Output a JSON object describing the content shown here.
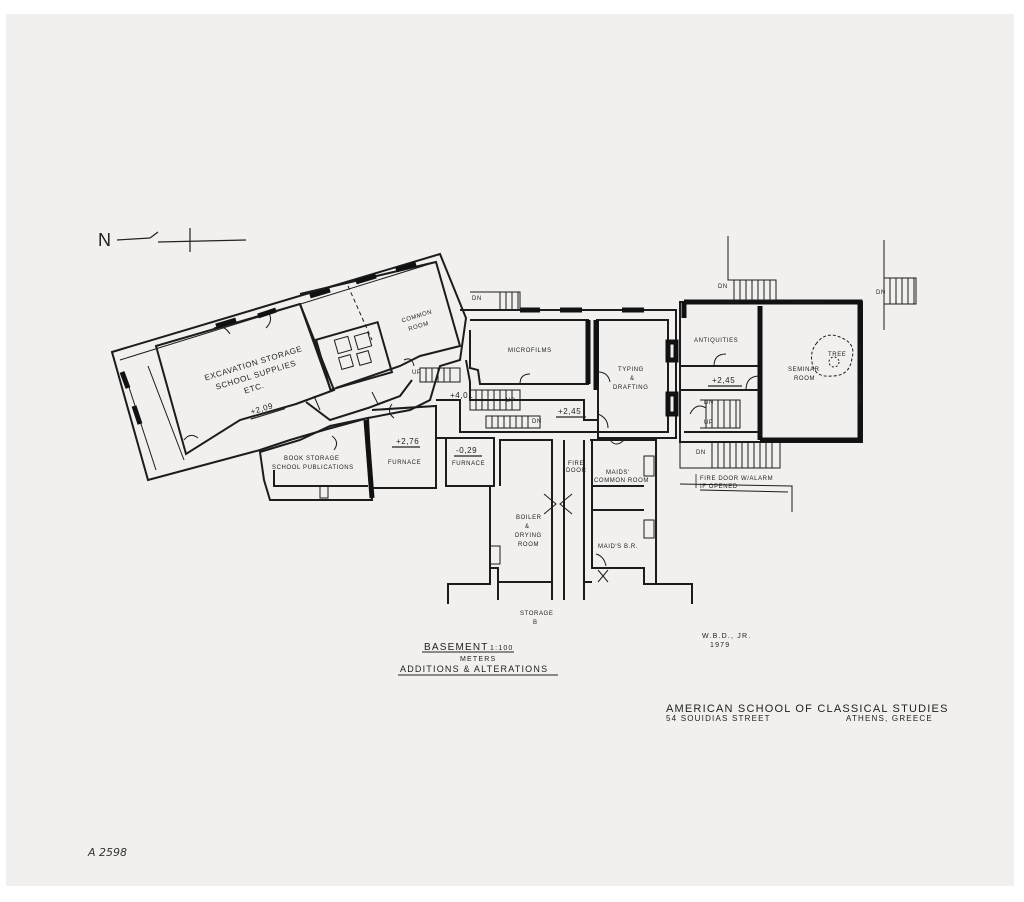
{
  "sheet": {
    "paper_color": "#f1f0ee",
    "ink_color": "#1c1c1c"
  },
  "rooms": {
    "excavation_storage": "EXCAVATION STORAGE",
    "school_supplies": "SCHOOL SUPPLIES",
    "etc": "ETC.",
    "excavation_level": "+2,09",
    "common_room_1": "COMMON",
    "common_room_2": "ROOM",
    "book_storage": "BOOK STORAGE",
    "school_publications": "SCHOOL PUBLICATIONS",
    "furnace_1_level": "+2,76",
    "furnace_1": "FURNACE",
    "furnace_2_level": "-0,29",
    "furnace_2": "FURNACE",
    "microfilms": "MICROFILMS",
    "typing": "TYPING",
    "amp_1": "&",
    "drafting": "DRAFTING",
    "antiquities": "ANTIQUITIES",
    "antiquities_level": "+2,45",
    "seminar": "SEMINAR",
    "seminar_room": "ROOM",
    "tree": "TREE",
    "level_401": "+4,01",
    "level_245": "+2,45",
    "fire_door_1": "FIRE",
    "fire_door_2": "DOOR",
    "maids_1": "MAIDS'",
    "maids_2": "COMMON ROOM",
    "boiler": "BOILER",
    "amp_2": "&",
    "drying": "DRYING",
    "drying_room": "ROOM",
    "maids_br": "MAID'S B.R.",
    "storage": "STORAGE",
    "storage_b": "B",
    "fire_alarm_1": "FIRE DOOR W/ALARM",
    "fire_alarm_2": "IF OPENED",
    "dn_1": "DN",
    "dn_2": "DN",
    "dn_3": "DN",
    "dn_4": "DN",
    "dn_5": "DN",
    "dn_6": "DN",
    "up_1": "UP",
    "up_2": "UP",
    "up_3": "UP"
  },
  "titles": {
    "basement": "BASEMENT",
    "scale": "1:100",
    "meters": "METERS",
    "additions": "ADDITIONS & ALTERATIONS",
    "author": "W.B.D., JR.",
    "year": "1979",
    "institution": "AMERICAN SCHOOL OF CLASSICAL STUDIES",
    "street": "54 SOUIDIAS STREET",
    "city": "ATHENS, GREECE",
    "catalog": "A 2598",
    "north": "N"
  }
}
